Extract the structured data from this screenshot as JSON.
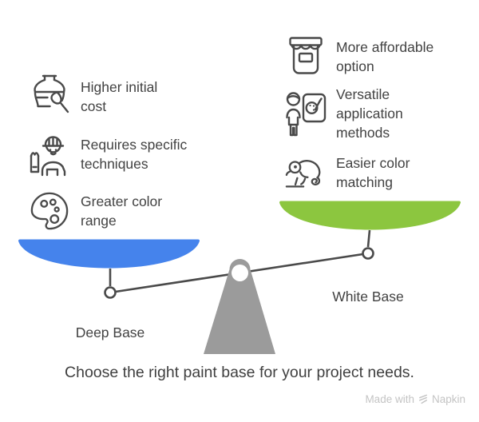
{
  "colors": {
    "left_pan": "#4583EC",
    "right_pan": "#8CC63F",
    "fulcrum": "#9B9B9B",
    "beam_line": "#4A4A4A",
    "text": "#424242",
    "footer_text": "#C4C4C4"
  },
  "left_items": [
    {
      "icon": "vase-paintbrush-icon",
      "label": "Higher initial\ncost"
    },
    {
      "icon": "painter-icon",
      "label": "Requires specific\ntechniques"
    },
    {
      "icon": "palette-icon",
      "label": "Greater color\nrange"
    }
  ],
  "right_items": [
    {
      "icon": "paint-jar-icon",
      "label": "More affordable\noption"
    },
    {
      "icon": "artist-easel-icon",
      "label": "Versatile\napplication\nmethods"
    },
    {
      "icon": "chameleon-icon",
      "label": "Easier color\nmatching"
    }
  ],
  "scale": {
    "left_pan_label": "Deep Base",
    "right_pan_label": "White Base"
  },
  "caption": "Choose the right paint base for your project needs.",
  "footer": {
    "made_with": "Made with",
    "brand": "Napkin"
  }
}
